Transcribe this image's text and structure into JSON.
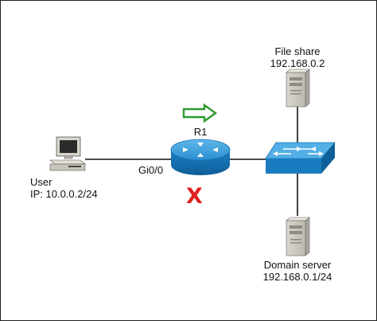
{
  "nodes": {
    "file_share": {
      "name": "File share",
      "ip": "192.168.0.2"
    },
    "router": {
      "name": "R1"
    },
    "user": {
      "name": "User",
      "ip": "IP: 10.0.0.2/24"
    },
    "domain_server": {
      "name": "Domain server",
      "ip": "192.168.0.1/24"
    }
  },
  "interfaces": {
    "router_user_side": "Gi0/0"
  },
  "indicators": {
    "fault_symbol": "X",
    "fault_color": "#e02020",
    "direction_arrow_color": "#2f9a2f",
    "direction_arrow_icon": "right-arrow-icon"
  },
  "colors": {
    "device_blue": "#1f85c8",
    "link_color": "#111111"
  }
}
